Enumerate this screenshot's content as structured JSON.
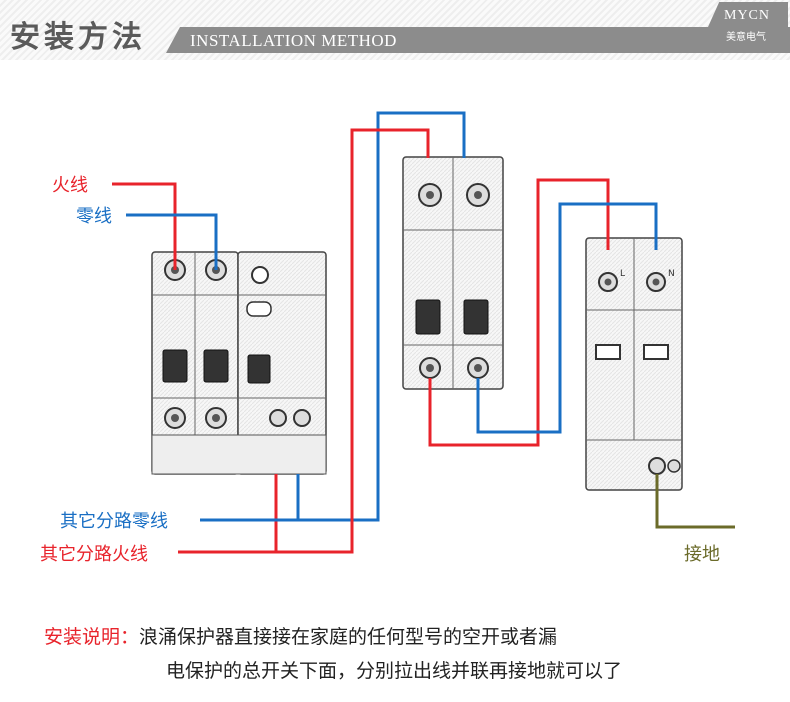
{
  "header": {
    "title": "安装方法",
    "subtitle": "INSTALLATION METHOD",
    "brand_en": "MYCN",
    "brand_cn": "美意电气"
  },
  "labels": {
    "live": "火线",
    "neutral": "零线",
    "branch_neutral": "其它分路零线",
    "branch_live": "其它分路火线",
    "ground": "接地"
  },
  "device_marks": {
    "spd_l": "L",
    "spd_n": "N"
  },
  "note": {
    "heading": "安装说明：",
    "line1": "浪涌保护器直接接在家庭的任何型号的空开或者漏",
    "line2": "电保护的总开关下面，分别拉出线并联再接地就可以了"
  },
  "colors": {
    "live": "#e8232b",
    "neutral": "#1a6fc4",
    "ground": "#6b6b2a"
  }
}
